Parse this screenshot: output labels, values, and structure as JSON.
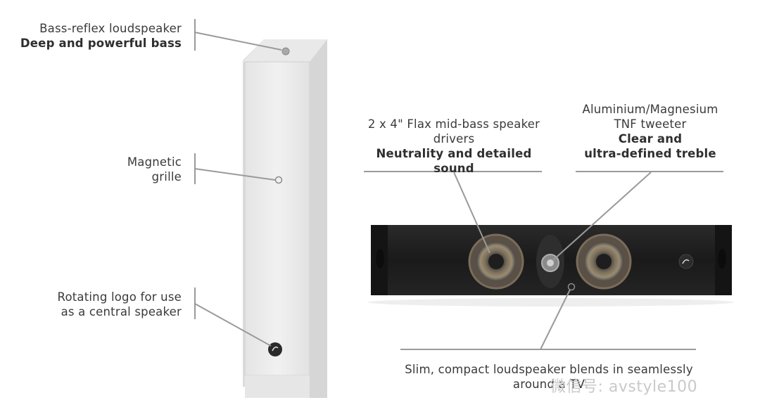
{
  "callouts": {
    "bass_reflex": {
      "line1": "Bass-reflex loudspeaker",
      "line2": "Deep and powerful bass"
    },
    "grille": {
      "line1": "Magnetic",
      "line2": "grille"
    },
    "logo": {
      "line1": "Rotating logo for use",
      "line2": "as a central speaker"
    },
    "midbass": {
      "line1": "2 x 4\" Flax mid-bass speaker",
      "line2": "drivers",
      "line3": "Neutrality and detailed sound"
    },
    "tweeter": {
      "line1": "Aluminium/Magnesium",
      "line2": "TNF tweeter",
      "line3": "Clear and",
      "line4": "ultra-defined treble"
    },
    "slim": {
      "line1": "Slim, compact loudspeaker blends in seamlessly",
      "line2": "around a TV"
    }
  },
  "watermark": "微信号: avstyle100",
  "colors": {
    "text": "#3a3a3a",
    "rule": "#9a9a9a",
    "speaker_white": "#ebebeb",
    "speaker_black": "#1c1c1c"
  }
}
